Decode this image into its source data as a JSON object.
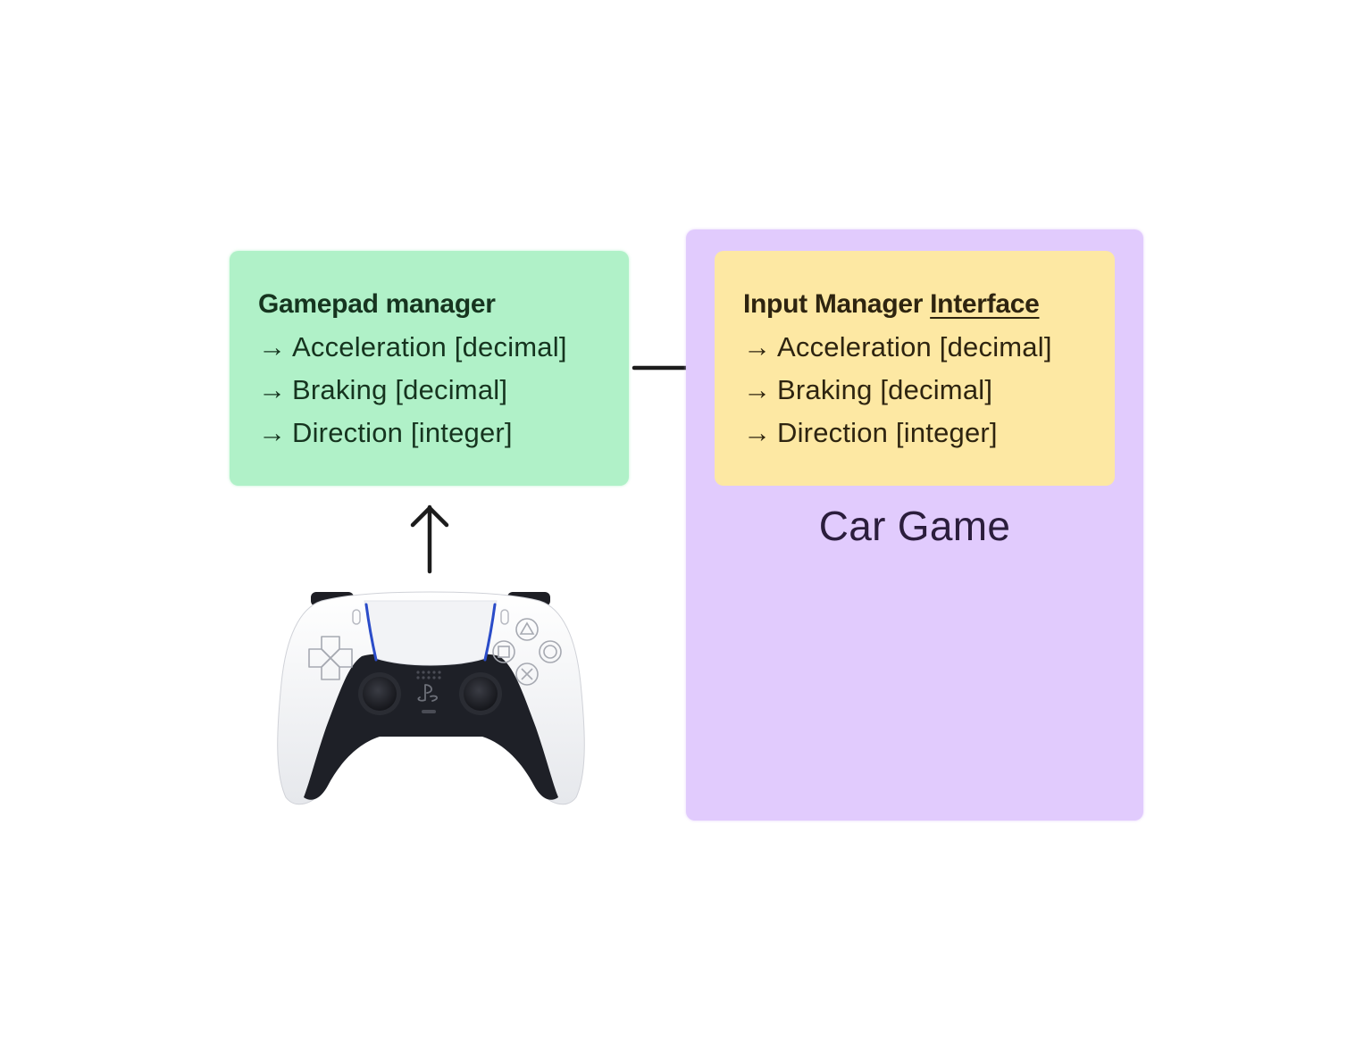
{
  "gamepad_manager": {
    "title": "Gamepad manager",
    "items": [
      {
        "arrow": "→",
        "label": "Acceleration [decimal]"
      },
      {
        "arrow": "→",
        "label": "Braking [decimal]"
      },
      {
        "arrow": "→",
        "label": "Direction [integer]"
      }
    ],
    "color": "#b0f1c8"
  },
  "input_manager_interface": {
    "title_part1": "Input Manager ",
    "title_part2": "Interface",
    "items": [
      {
        "arrow": "→",
        "label": "Acceleration [decimal]"
      },
      {
        "arrow": "→",
        "label": "Braking [decimal]"
      },
      {
        "arrow": "→",
        "label": "Direction [integer]"
      }
    ],
    "color": "#fde8a3"
  },
  "car_game": {
    "label": "Car Game",
    "color": "#e1cbfd"
  },
  "connectors": [
    {
      "from": "gamepad-controller",
      "to": "gamepad-manager",
      "direction": "up"
    },
    {
      "from": "gamepad-manager",
      "to": "input-manager-interface",
      "direction": "right"
    }
  ],
  "images": {
    "controller": "gamepad-controller-icon"
  }
}
